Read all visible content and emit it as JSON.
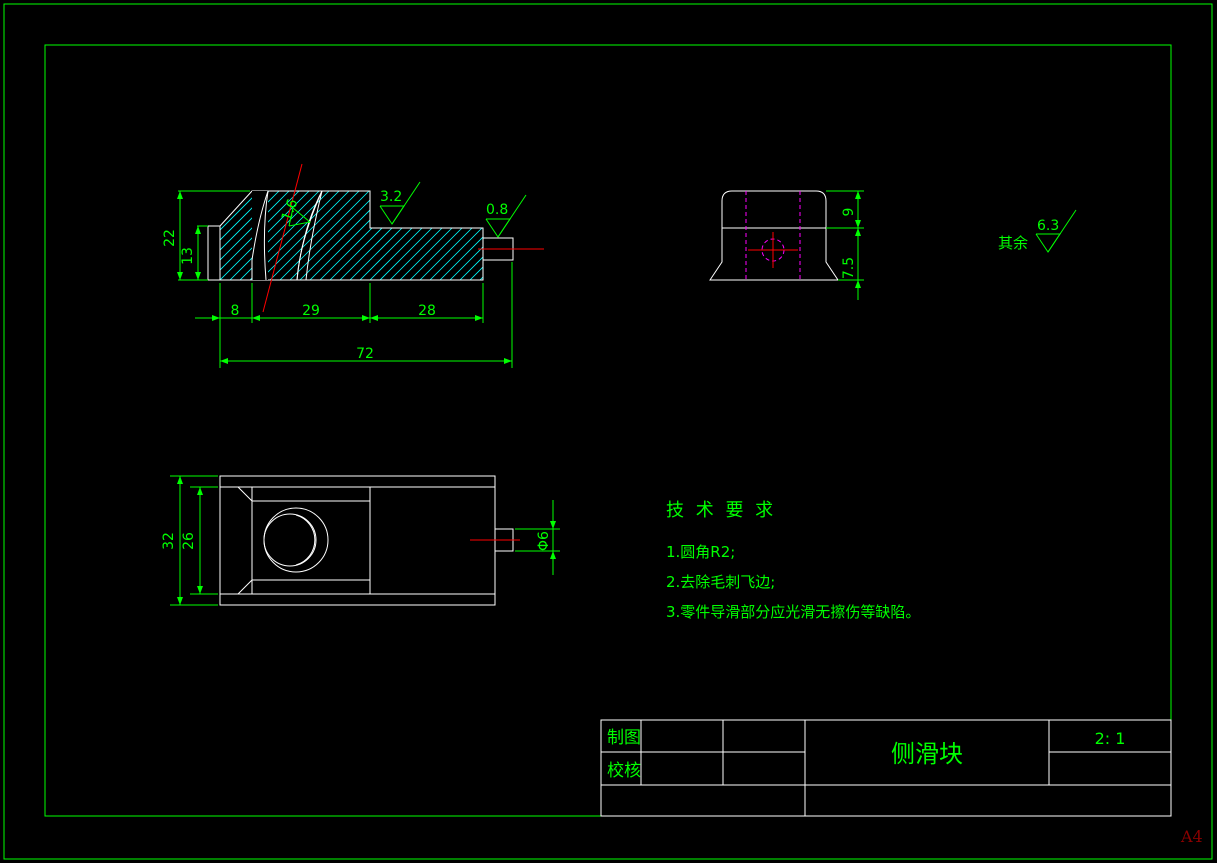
{
  "drawing": {
    "dimensions_front": {
      "d22": "22",
      "d13": "13",
      "d8": "8",
      "d29": "29",
      "d28": "28",
      "d72": "72"
    },
    "roughness_front": {
      "r1": "3.2",
      "r2": "1.6",
      "r3": "0.8"
    },
    "dimensions_side": {
      "d9": "9",
      "d75": "7.5"
    },
    "roughness_other": {
      "label": "其余",
      "value": "6.3"
    },
    "dimensions_top": {
      "d32": "32",
      "d26": "26",
      "dphi": "Φ6"
    },
    "tech_requirements": {
      "title": "技 术 要 求",
      "items": [
        "1.圆角R2;",
        "2.去除毛刺飞边;",
        "3.零件导滑部分应光滑无擦伤等缺陷。"
      ]
    },
    "title_block": {
      "drawn_label": "制图",
      "checked_label": "校核",
      "part_name": "侧滑块",
      "scale": "2: 1"
    },
    "sheet_size": "A4"
  },
  "colors": {
    "border": "#00ff00",
    "outline": "#ffffff",
    "centerline": "#ff0000",
    "hidden": "#ff00ff",
    "hatch": "#00ffff"
  }
}
